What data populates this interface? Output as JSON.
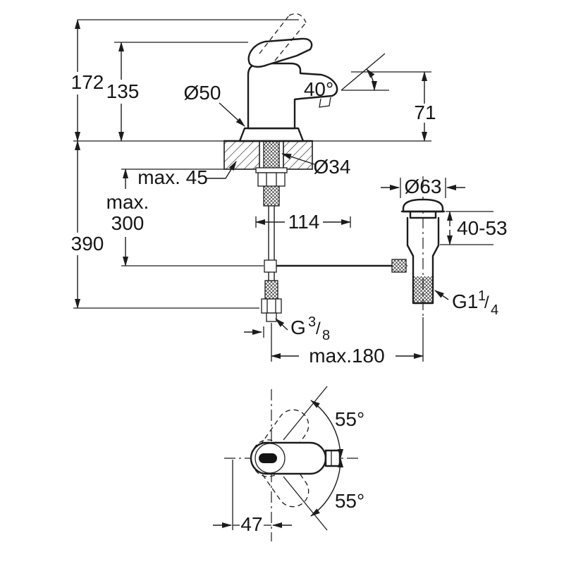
{
  "labels": {
    "h172": "172",
    "h135": "135",
    "d50": "Ø50",
    "a40": "40°",
    "h71": "71",
    "max45": "max. 45",
    "d34": "Ø34",
    "max300_l1": "max.",
    "max300_l2": "300",
    "h390": "390",
    "w114": "114",
    "d63": "Ø63",
    "range4053": "40-53",
    "maxreach": "max.180",
    "a55_top": "55°",
    "a55_bottom": "55°",
    "w47": "47",
    "thread_hose": {
      "prefix": "G",
      "num": "3",
      "slash": "/",
      "den": "8"
    },
    "thread_drain": {
      "prefix": "G1",
      "num": "1",
      "slash": "/",
      "den": "4"
    }
  },
  "colors": {
    "line": "#1c1c1c",
    "background": "#ffffff"
  }
}
